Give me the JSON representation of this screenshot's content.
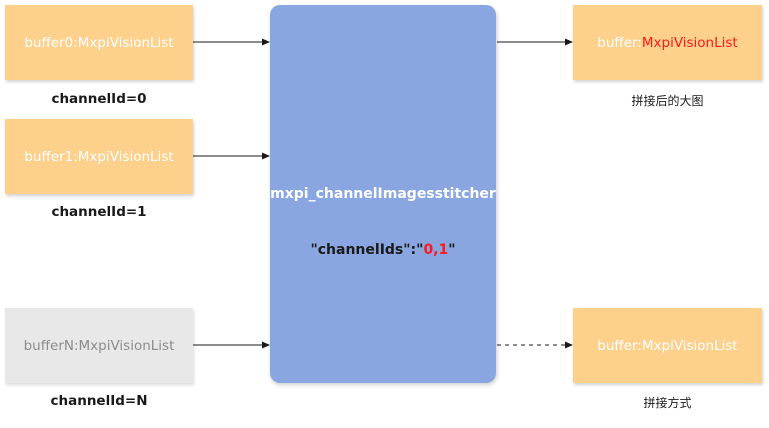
{
  "inputs": [
    {
      "label": "buffer0:MxpiVisionList",
      "channel": "channelId=0"
    },
    {
      "label": "buffer1:MxpiVisionList",
      "channel": "channelId=1"
    },
    {
      "label": "bufferN:MxpiVisionList",
      "channel": "channelId=N"
    }
  ],
  "plugin": {
    "name": "mxpi_channelImagesstitcher",
    "param_prefix": "\"channelIds\":\"",
    "param_value": "0,1",
    "param_suffix": "\""
  },
  "outputs": [
    {
      "label_prefix": "buffer:",
      "label_highlight": "MxpiVisionList",
      "caption": "拼接后的大图"
    },
    {
      "label": "buffer:MxpiVisionList",
      "caption": "拼接方式"
    }
  ],
  "colors": {
    "input_box": "#fdd08c",
    "inactive_box": "#e8e8e8",
    "plugin_box": "#89a6e0",
    "highlight_text": "#ff1a1a",
    "arrow": "#1a1a1a"
  }
}
